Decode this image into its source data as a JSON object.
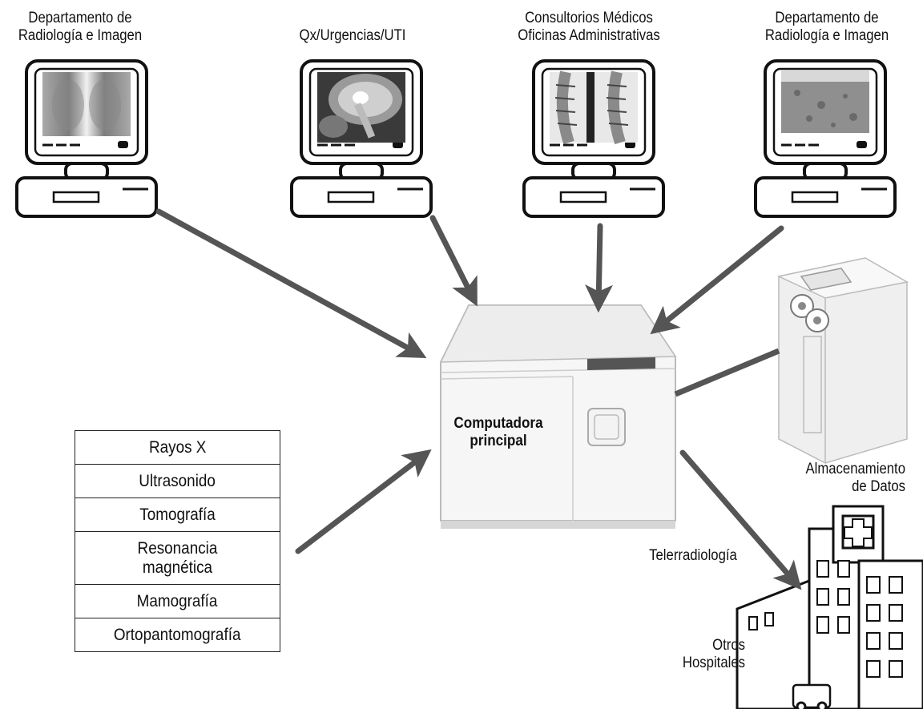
{
  "workstations": [
    {
      "label": "Departamento de\nRadiología e Imagen",
      "screen": "chest-xray"
    },
    {
      "label": "Qx/Urgencias/UTI",
      "screen": "brain-mri"
    },
    {
      "label": "Consultorios Médicos\nOficinas Administrativas",
      "screen": "spine-mri"
    },
    {
      "label": "Departamento de\nRadiología e Imagen",
      "screen": "ultrasound"
    }
  ],
  "central": {
    "label": "Computadora\nprincipal",
    "icon": "mainframe-icon"
  },
  "storage": {
    "label": "Almacenamiento\nde Datos",
    "icon": "tape-storage-icon"
  },
  "teleradiology": {
    "label": "Telerradiología"
  },
  "hospitals": {
    "label": "Otros\nHospitales",
    "icon": "hospital-icon"
  },
  "modalities": [
    "Rayos X",
    "Ultrasonido",
    "Tomografía",
    "Resonancia\nmagnética",
    "Mamografía",
    "Ortopantomografía"
  ],
  "colors": {
    "arrow": "#555555",
    "line": "#111111",
    "shadow": "#d9d9d9"
  }
}
